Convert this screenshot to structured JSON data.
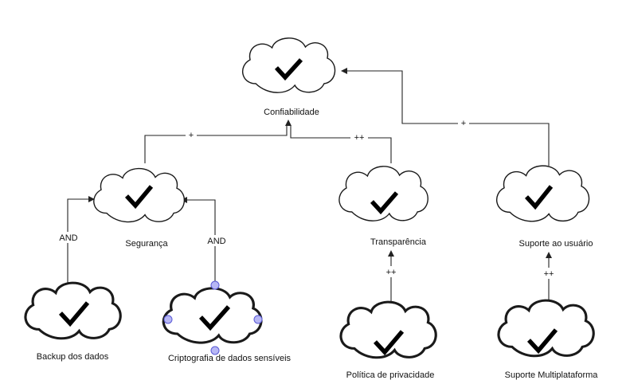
{
  "nodes": {
    "confiabilidade": "Confiabilidade",
    "seguranca": "Segurança",
    "transparencia": "Transparência",
    "suporte_usuario": "Suporte ao usuário",
    "backup": "Backup dos dados",
    "criptografia": "Criptografia de dados sensíveis",
    "politica": "Política de privacidade",
    "multiplataforma": "Suporte Multiplataforma"
  },
  "contributions": {
    "seguranca_to_confiabilidade": "+",
    "transparencia_to_confiabilidade": "++",
    "suporte_to_confiabilidade": "+",
    "backup_to_seguranca": "AND",
    "criptografia_to_seguranca": "AND",
    "politica_to_transparencia": "++",
    "multiplataforma_to_suporte": "++"
  },
  "node_icon": "check-icon"
}
